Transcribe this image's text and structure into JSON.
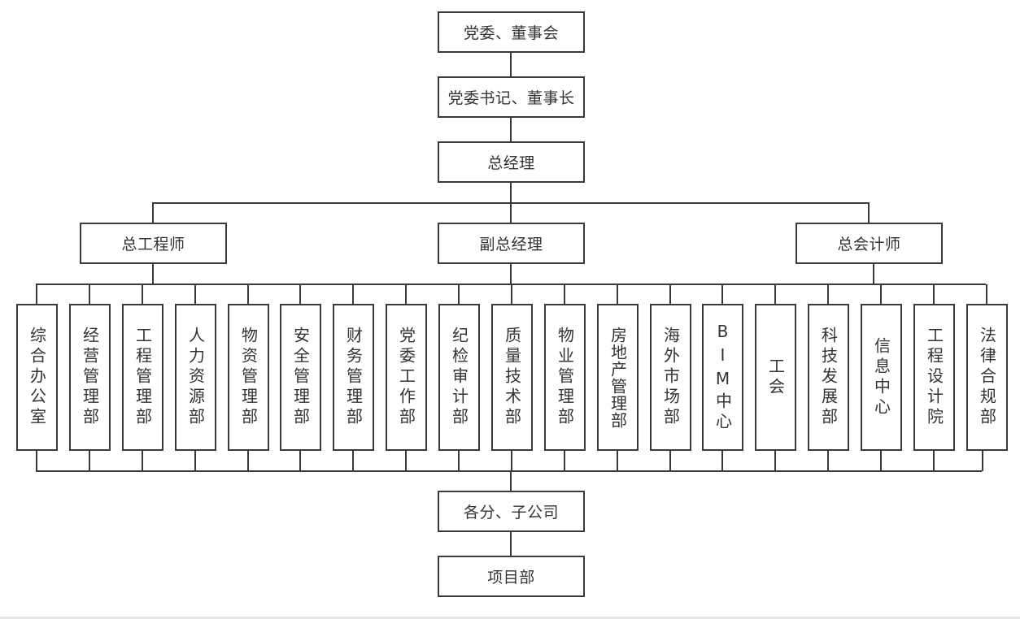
{
  "chart": {
    "top_chain": [
      "党委、董事会",
      "党委书记、董事长",
      "总经理"
    ],
    "deputies": [
      "总工程师",
      "副总经理",
      "总会计师"
    ],
    "departments": [
      "综合办公室",
      "经营管理部",
      "工程管理部",
      "人力资源部",
      "物资管理部",
      "安全管理部",
      "财务管理部",
      "党委工作部",
      "纪检审计部",
      "质量技术部",
      "物业管理部",
      "房地产管理部",
      "海外市场部",
      "BIM中心",
      "工会",
      "科技发展部",
      "信息中心",
      "工程设计院",
      "法律合规部"
    ],
    "bottom_chain": [
      "各分、子公司",
      "项目部"
    ]
  },
  "colors": {
    "stroke": "#3a3a3a",
    "text": "#333333",
    "background": "#ffffff"
  }
}
